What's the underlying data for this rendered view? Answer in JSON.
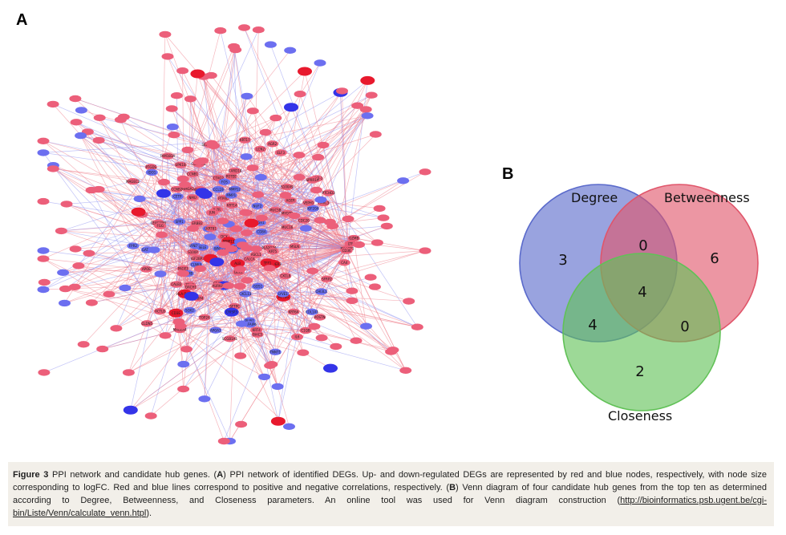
{
  "panel_a": {
    "letter": "A",
    "colors": {
      "up_node": "#ec5f7a",
      "up_strong": "#e8192d",
      "down_node": "#6c6ff0",
      "down_strong": "#3434e8",
      "pos_edge": "#ee7a86",
      "neg_edge": "#8c8ff0"
    },
    "labels": [
      "MAGEB1",
      "CSAG1",
      "CTAG2",
      "MAGEA4",
      "POTEE",
      "CCNB1",
      "PRAME",
      "ACTL8",
      "DCX",
      "MAGEA1",
      "FMRL3",
      "POTEG",
      "KIF20A",
      "CCNB2",
      "PTCHD3",
      "TPM2",
      "NUF2",
      "GDS1",
      "PAGE3",
      "CDC20",
      "CDNT1",
      "CATSPER3",
      "ATP2C2",
      "CLNK4",
      "OAS1",
      "DACH1",
      "FAM183A",
      "SYNDIG1",
      "MSMB",
      "HLA-DQA1",
      "SOX2",
      "CCR4",
      "MYO3B",
      "S100A9",
      "CETP",
      "FPR2",
      "MUC16",
      "IL7R",
      "SPP1",
      "FABP4",
      "LCN2",
      "COL1A1",
      "CXCL8",
      "MMP7",
      "PLA2G2A",
      "SAA1",
      "APOE",
      "C1QB",
      "CD74",
      "NKX2-1",
      "KRT14",
      "KRT5",
      "PECAM1",
      "ERBB2",
      "FOS",
      "JUN",
      "EGR1",
      "CLDN5",
      "LYVE1",
      "CD36",
      "PTGDS",
      "CA4",
      "TNNT1",
      "LEP",
      "ADIPOQ",
      "PLIN1",
      "SFRP2",
      "COL11A1",
      "WNT2",
      "POSTN",
      "KRT6A",
      "DSG3",
      "SPRR1A",
      "LTF",
      "MMP12",
      "SCGB1A1",
      "MUC5B",
      "SFTPC",
      "AGER",
      "CD3E",
      "PTPRC",
      "CCL19",
      "CXCL13",
      "GZMB",
      "IDO1",
      "CD8A",
      "KRT81",
      "GATA4",
      "KRT17",
      "S100P",
      "IGF2BP3",
      "HMGA2",
      "CEACAM5",
      "MMP1",
      "MMP13",
      "TOP2A",
      "BIRC5",
      "AURKA",
      "NMU",
      "CHI3L1",
      "ELF3",
      "VEPH1",
      "PCOLCE2",
      "CARD14",
      "SERPINB3",
      "ASCL1",
      "CALCA",
      "OTX2",
      "MAGEC2",
      "DLK1",
      "KRT4",
      "CRISP3",
      "MSLN",
      "UPK1B",
      "CALB2",
      "TFF1",
      "AGR2",
      "IL6",
      "SELE",
      "TNFAIP6",
      "ALB",
      "APOA1",
      "FGG"
    ]
  },
  "panel_b": {
    "letter": "B",
    "sets": [
      "Degree",
      "Betweenness",
      "Closeness"
    ],
    "colors": {
      "degree": "#5a6acb",
      "betweenness": "#e0556a",
      "closeness": "#61c157"
    },
    "counts": {
      "degree_only": "3",
      "betweenness_only": "6",
      "closeness_only": "2",
      "degree_betweenness": "0",
      "degree_closeness": "4",
      "betweenness_closeness": "0",
      "all_three": "4"
    }
  },
  "caption": {
    "figure_label": "Figure 3",
    "t1": " PPI network and candidate hub genes. (",
    "a_ref": "A",
    "t2": ") PPI network of identified DEGs. Up- and down-regulated DEGs are represented by red and blue nodes, respectively, with node size corresponding to logFC. Red and blue lines correspond to positive and negative correlations, respectively. (",
    "b_ref": "B",
    "t3": ") Venn diagram of four candidate hub genes from the top ten as determined according to Degree, Betweenness, and Closeness parameters. An online tool was used for Venn diagram construction (",
    "link": "http://bioinformatics.psb.ugent.be/cgi-bin/Liste/Venn/calculate_venn.htpl",
    "t4": ")."
  }
}
